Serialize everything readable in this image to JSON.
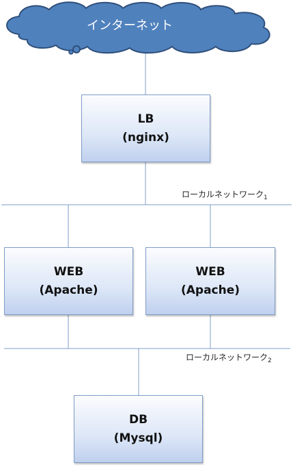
{
  "internet": {
    "label": "インターネット"
  },
  "load_balancer": {
    "name": "LB",
    "software": "(nginx)"
  },
  "local_network_1": {
    "label": "ローカルネットワーク",
    "number": "1"
  },
  "web_servers": [
    {
      "name": "WEB",
      "software": "(Apache)"
    },
    {
      "name": "WEB",
      "software": "(Apache)"
    }
  ],
  "local_network_2": {
    "label": "ローカルネットワーク",
    "number": "2"
  },
  "database": {
    "name": "DB",
    "software": "(Mysql)"
  },
  "colors": {
    "cloud_fill": "#4f81bd",
    "cloud_stroke": "#2f4f7a",
    "line": "#7f9cc8",
    "box_border": "#7f9cc8"
  }
}
